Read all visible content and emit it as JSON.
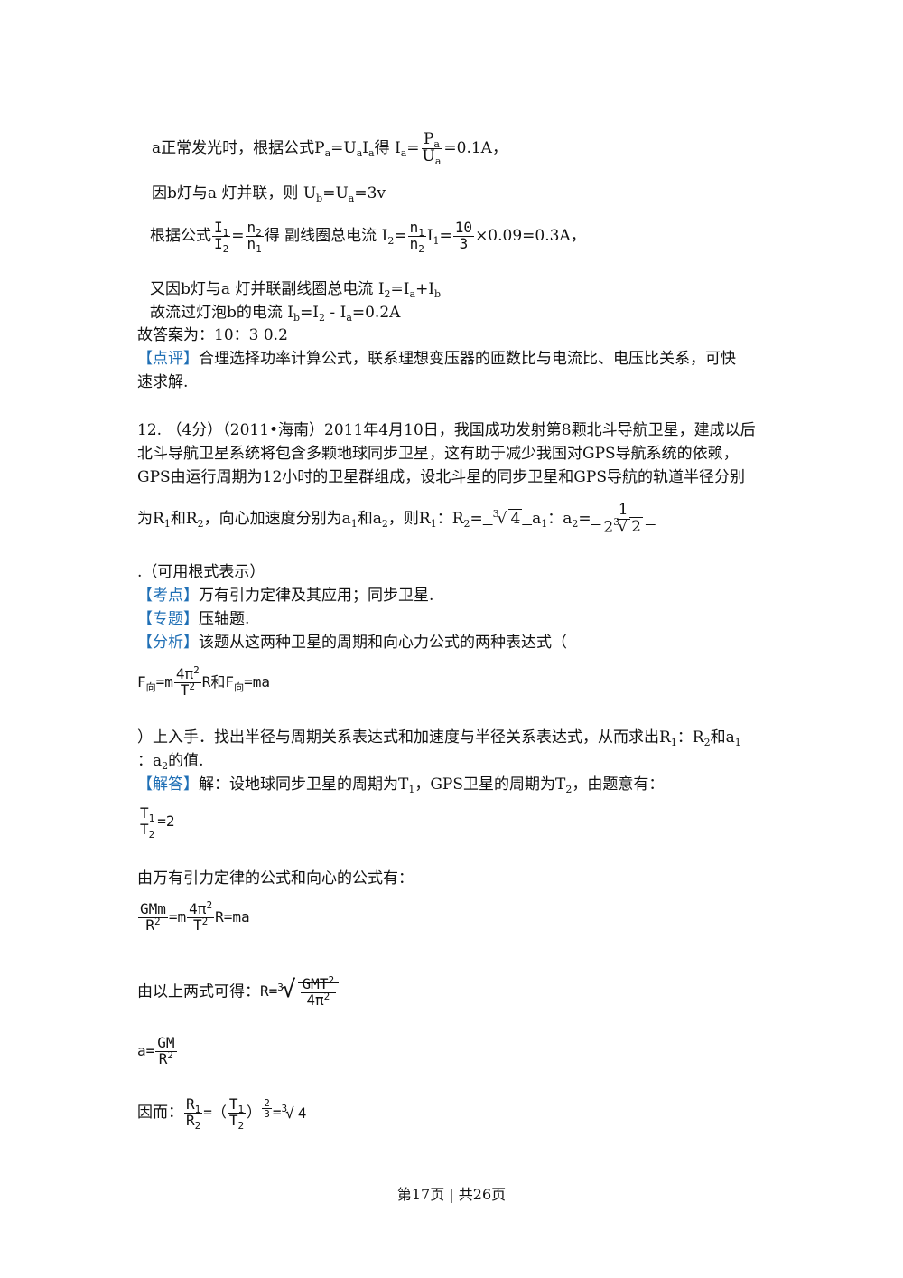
{
  "solution_prev": {
    "l1_text": "a正常发光时，根据公式P",
    "l1_formula": "=U",
    "l1_mid": "得 I",
    "l1_result": "=0.1A，",
    "l2": "因b灯与a 灯并联，则 U",
    "l2_eq": "=3v",
    "l3_prefix": "根据公式",
    "l3_mid": "得  副线圈总电流 I",
    "l3_result": "×0.09=0.3A，",
    "l4": "又因b灯与a 灯并联副线圈总电流 I",
    "l5": "故流过灯泡b的电流 I",
    "l5_result": "=0.2A",
    "answer": "故答案为：10：3   0.2",
    "comment_tag": "【点评】",
    "comment_text": "合理选择功率计算公式，联系理想变压器的匝数比与电流比、电压比关系，可快",
    "comment_text2": "速求解."
  },
  "q12": {
    "line1": "12.  （4分）（2011•海南）2011年4月10日，我国成功发射第8颗北斗导航卫星，建成以后",
    "line2": "北斗导航卫星系统将包含多颗地球同步卫星，这有助于减少我国对GPS导航系统的依赖，",
    "line3": "GPS由运行周期为12小时的卫星群组成，设北斗星的同步卫星和GPS导航的轨道半径分别",
    "line4_a": "为R",
    "line4_b": "和R",
    "line4_c": "，向心加速度分别为a",
    "line4_d": "和a",
    "line4_e": "，则R",
    "line4_f": "：R",
    "line4_g": "=",
    "line4_h": "a",
    "line4_i": "：a",
    "line4_j": "=",
    "note": ".（可用根式表示）",
    "kaodian_tag": "【考点】",
    "kaodian": "万有引力定律及其应用；同步卫星.",
    "zhuanti_tag": "【专题】",
    "zhuanti": "压轴题.",
    "fenxi_tag": "【分析】",
    "fenxi": "该题从这两种卫星的周期和向心力公式的两种表达式（",
    "fenxi2": "）上入手．找出半径与周期关系表达式和加速度与半径关系表达式，从而求出R",
    "fenxi2b": "：R",
    "fenxi2c": "和a",
    "fenxi3": "：a",
    "fenxi3b": "的值.",
    "jieda_tag": "【解答】",
    "jieda": "解：设地球同步卫星的周期为T",
    "jieda_b": "，GPS卫星的周期为T",
    "jieda_c": "，由题意有：",
    "law_text": "由万有引力定律的公式和向心的公式有：",
    "derive_text": "由以上两式可得：",
    "thus_text": "因而："
  },
  "footer": "第17页 | 共26页"
}
